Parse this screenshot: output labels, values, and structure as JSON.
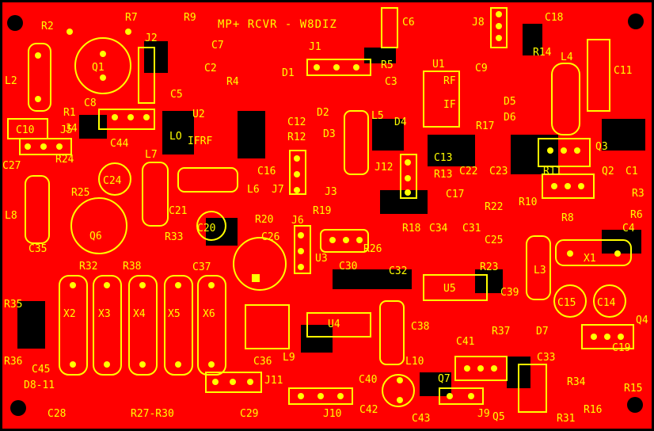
{
  "board": {
    "title": "MP+ RCVR - W8DIZ",
    "colors": {
      "copper": "#ff0000",
      "silkscreen": "#ffff00",
      "background": "#000000"
    }
  },
  "labels": [
    "R2",
    "R7",
    "R9",
    "MP+ RCVR - W8DIZ",
    "C6",
    "J8",
    "C18",
    "J2",
    "C7",
    "J1",
    "R5",
    "R14",
    "L4",
    "C11",
    "L2",
    "Q1",
    "C2",
    "R4",
    "D1",
    "U1",
    "C9",
    "C3",
    "R1",
    "C8",
    "C5",
    "RF",
    "IF",
    "D5",
    "J4",
    "U2",
    "D2",
    "L5",
    "LO",
    "C12",
    "D3",
    "D4",
    "R17",
    "D6",
    "Q3",
    "C10",
    "J5",
    "C44",
    "IFRF",
    "R12",
    "C13",
    "C27",
    "R24",
    "L7",
    "C16",
    "J7",
    "J12",
    "R13",
    "C22",
    "C23",
    "R11",
    "Q2",
    "C1",
    "C24",
    "R25",
    "J3",
    "C17",
    "R10",
    "R3",
    "L8",
    "L6",
    "R19",
    "R22",
    "R8",
    "R6",
    "Q6",
    "C21",
    "C20",
    "R20",
    "J6",
    "R18",
    "C34",
    "C31",
    "C4",
    "C26",
    "C25",
    "C35",
    "R33",
    "U3",
    "R26",
    "X1",
    "R32",
    "R38",
    "C37",
    "C30",
    "R23",
    "L3",
    "C32",
    "U5",
    "R35",
    "X2",
    "X3",
    "X4",
    "X5",
    "X6",
    "C39",
    "C15",
    "C14",
    "U4",
    "Q4",
    "C38",
    "R37",
    "D7",
    "R36",
    "C36",
    "C41",
    "C33",
    "C19",
    "C45",
    "L9",
    "L10",
    "C40",
    "Q7",
    "R34",
    "D8-11",
    "J11",
    "R15",
    "C28",
    "R27-R30",
    "C29",
    "J10",
    "C42",
    "C43",
    "J9",
    "Q5",
    "R16",
    "R31"
  ]
}
